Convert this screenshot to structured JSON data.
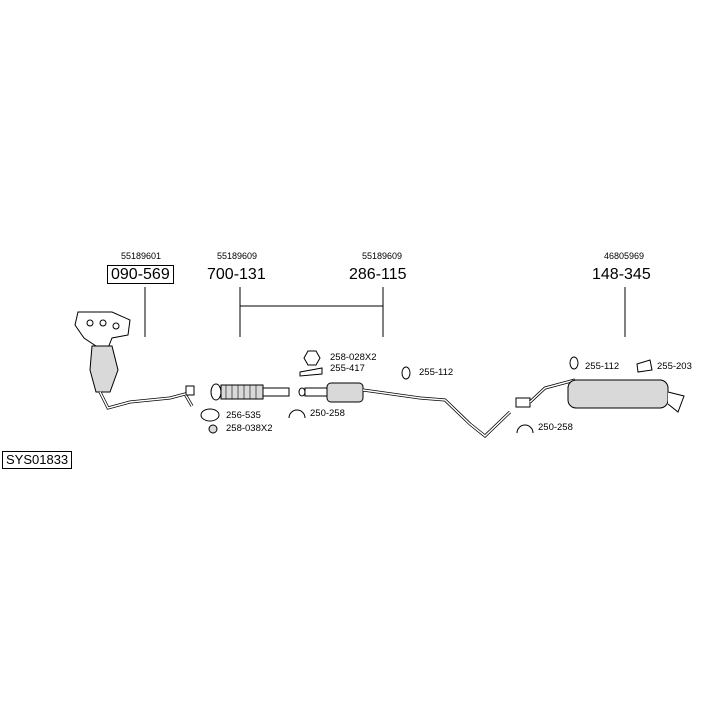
{
  "system_code": "SYS01833",
  "oe_numbers": {
    "manifold": "55189601",
    "front_pipe": "55189609",
    "center": "55189609",
    "rear": "46805969"
  },
  "part_numbers": {
    "manifold": "090-569",
    "front_pipe": "700-131",
    "center": "286-115",
    "rear": "148-345"
  },
  "accessories": {
    "gasket_front": "256-535",
    "nut_front": "258-038X2",
    "nut_center": "258-028X2",
    "bolt_center": "255-417",
    "clamp_center": "250-258",
    "rubber_center": "255-112",
    "rubber_rear": "255-112",
    "bracket_rear": "255-203",
    "clamp_rear": "250-258"
  },
  "colors": {
    "line": "#000000",
    "part_fill": "#ffffff",
    "shade": "#d9d9d9"
  }
}
